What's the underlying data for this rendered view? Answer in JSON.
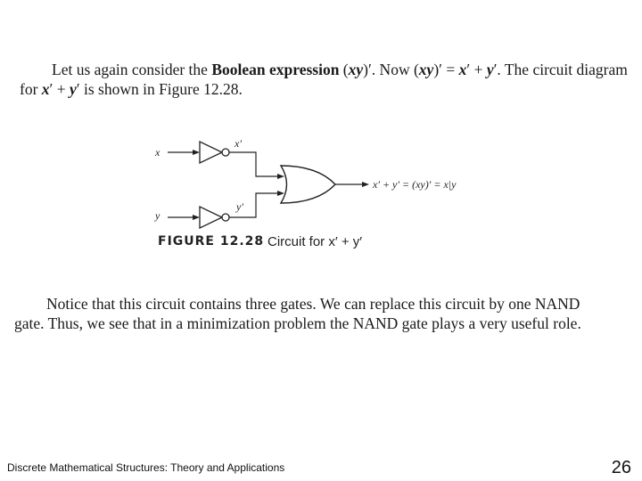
{
  "paragraph1": {
    "t1": "Let us again consider the ",
    "t2": "Boolean expression",
    "t3": " (",
    "t4": "xy",
    "t5": ")′. Now (",
    "t6": "xy",
    "t7": ")′ = ",
    "t8": "x",
    "t9": "′ + ",
    "t10": "y",
    "t11": "′. The circuit diagram for ",
    "t12": "x",
    "t13": "′ + ",
    "t14": "y",
    "t15": "′ is shown in Figure 12.28."
  },
  "figure": {
    "input_x": "x",
    "input_y": "y",
    "not_x_out": "x′",
    "not_y_out": "y′",
    "output_expr": "x′ + y′ = (xy)′ = x|y",
    "caption_label": "FIGURE 12.28",
    "caption_text": "Circuit for x′ + y′"
  },
  "paragraph2": {
    "text": "Notice that this circuit contains three gates. We can replace this circuit by one NAND gate. Thus, we see that in a minimization problem the NAND gate plays a very useful role."
  },
  "footer": {
    "book_title": "Discrete Mathematical Structures: Theory and Applications",
    "page_number": "26"
  }
}
